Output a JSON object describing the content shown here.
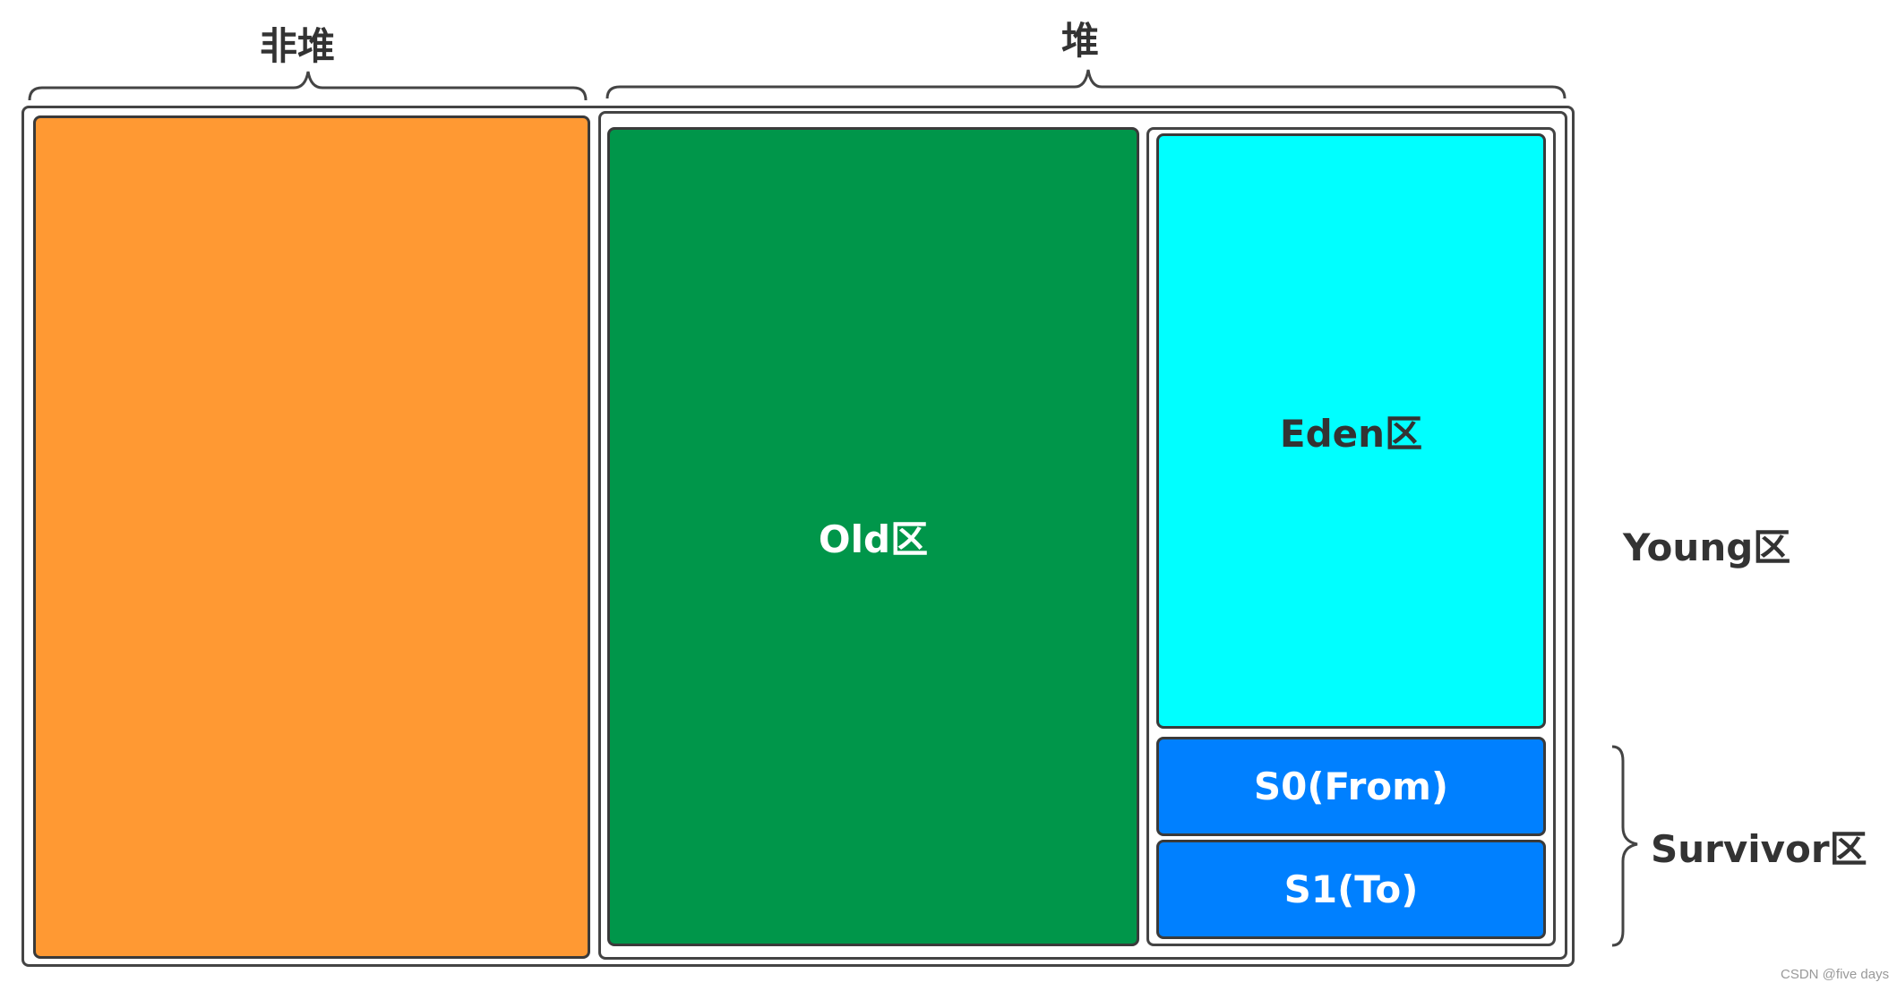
{
  "labels": {
    "non_heap": "非堆",
    "heap": "堆",
    "young": "Young区",
    "survivor": "Survivor区"
  },
  "regions": {
    "non_heap_color": "#FF9933",
    "old": {
      "label": "Old区",
      "color": "#00964A",
      "text_color": "#FFFFFF"
    },
    "eden": {
      "label": "Eden区",
      "color": "#00FFFF",
      "text_color": "#333333"
    },
    "s0": {
      "label": "S0(From)",
      "color": "#0080FF",
      "text_color": "#FFFFFF"
    },
    "s1": {
      "label": "S1(To)",
      "color": "#0080FF",
      "text_color": "#FFFFFF"
    }
  },
  "watermark": "CSDN @five days"
}
